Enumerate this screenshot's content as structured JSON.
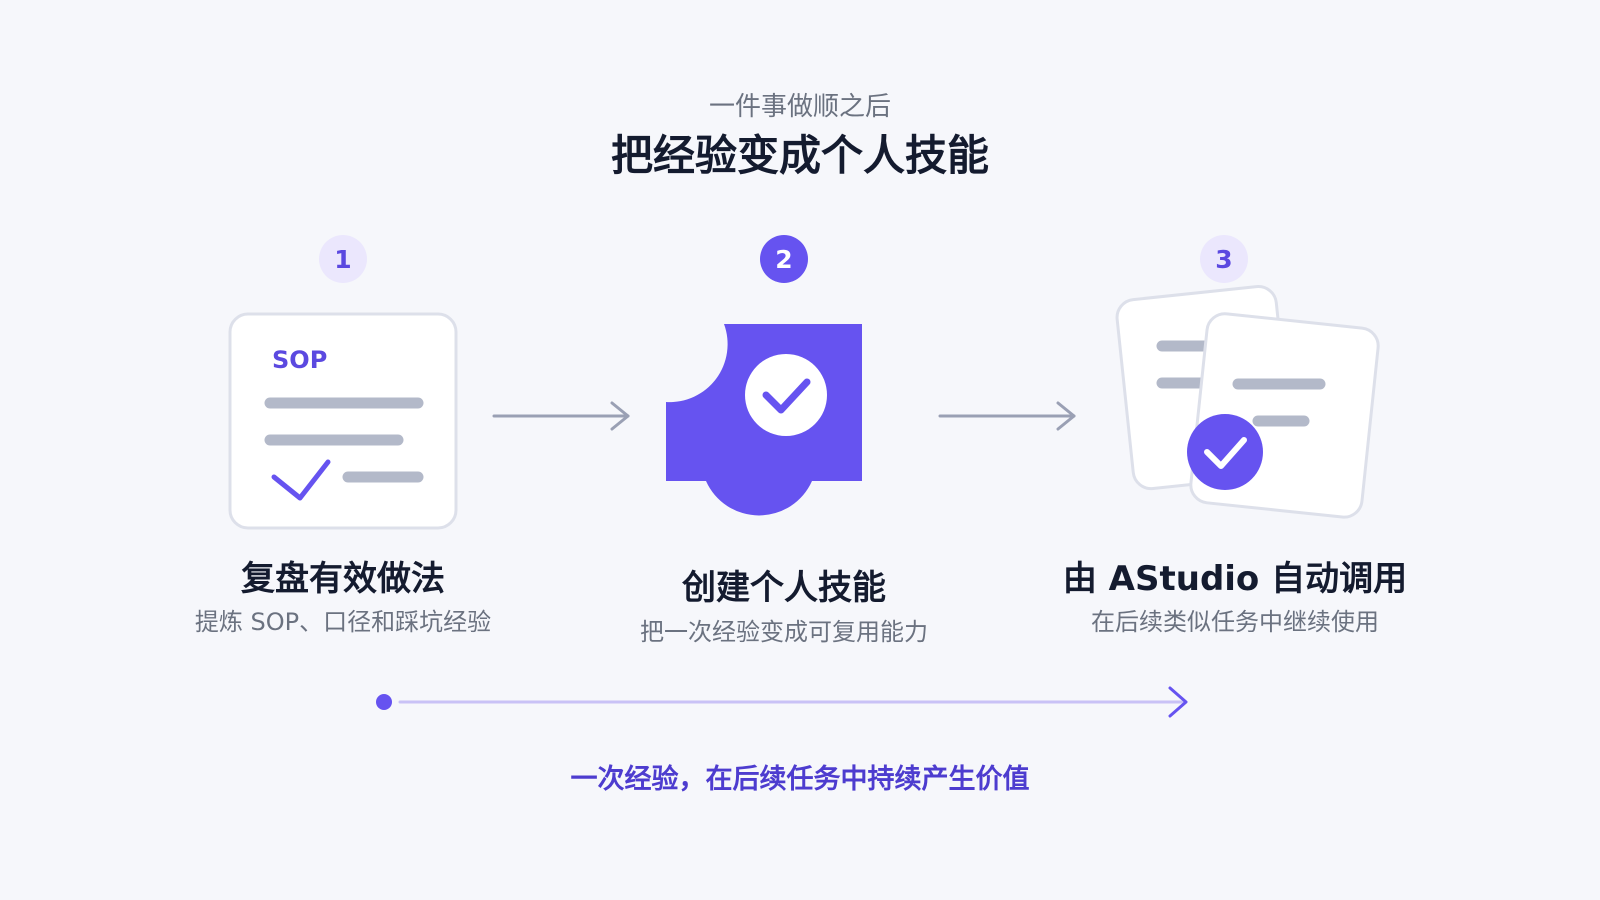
{
  "header": {
    "eyebrow": "一件事做顺之后",
    "title": "把经验变成个人技能"
  },
  "steps": [
    {
      "number": "1",
      "title": "复盘有效做法",
      "subtitle": "提炼 SOP、口径和踩坑经验",
      "card_label": "SOP",
      "icon": "sop-document-icon"
    },
    {
      "number": "2",
      "title": "创建个人技能",
      "subtitle": "把一次经验变成可复用能力",
      "icon": "skill-shield-icon"
    },
    {
      "number": "3",
      "title": "由 AStudio 自动调用",
      "subtitle": "在后续类似任务中继续使用",
      "icon": "stacked-documents-icon"
    }
  ],
  "tagline": "一次经验，在后续任务中持续产生价值",
  "colors": {
    "accent": "#6653f0",
    "accent_soft": "#ebe7fd",
    "text_dark": "#141b2f",
    "text_muted": "#6b7280",
    "line_gray": "#b3b9c9",
    "arrow_gray": "#9aa0b4",
    "background": "#f6f7fb"
  }
}
